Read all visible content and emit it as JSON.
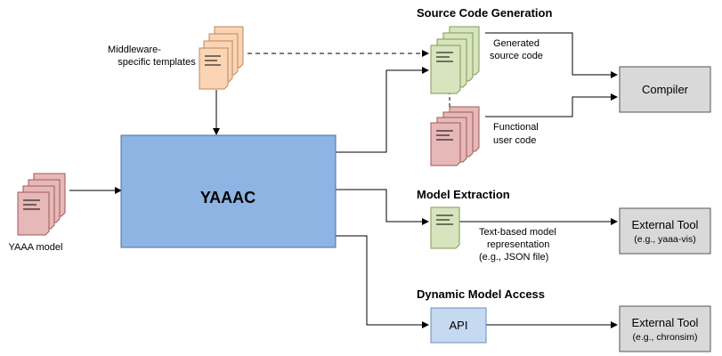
{
  "main_box": {
    "label": "YAAAC"
  },
  "inputs": {
    "templates_label": [
      "Middleware-",
      "specific templates"
    ],
    "model_label": "YAAA model"
  },
  "sections": {
    "codegen": {
      "title": "Source Code Generation",
      "generated_label": [
        "Generated",
        "source code"
      ],
      "functional_label": [
        "Functional",
        "user code"
      ],
      "compiler": "Compiler"
    },
    "extraction": {
      "title": "Model Extraction",
      "doc_label": [
        "Text-based model",
        "representation",
        "(e.g., JSON file)"
      ],
      "tool_name": "External Tool",
      "tool_example": "(e.g., yaaa-vis)"
    },
    "dynamic": {
      "title": "Dynamic Model Access",
      "api": "API",
      "tool_name": "External Tool",
      "tool_example": "(e.g., chronsim)"
    }
  },
  "colors": {
    "main_fill": "#8db4e2",
    "main_stroke": "#4a6fa5",
    "template_fill": "#fbd4b4",
    "template_stroke": "#b9885e",
    "model_fill": "#e6b8b7",
    "model_stroke": "#9c5a59",
    "generated_fill": "#d7e4bd",
    "generated_stroke": "#7f9a55",
    "api_fill": "#c5d9f1",
    "api_stroke": "#6d8cb8",
    "tool_fill": "#d9d9d9",
    "tool_stroke": "#555555"
  }
}
